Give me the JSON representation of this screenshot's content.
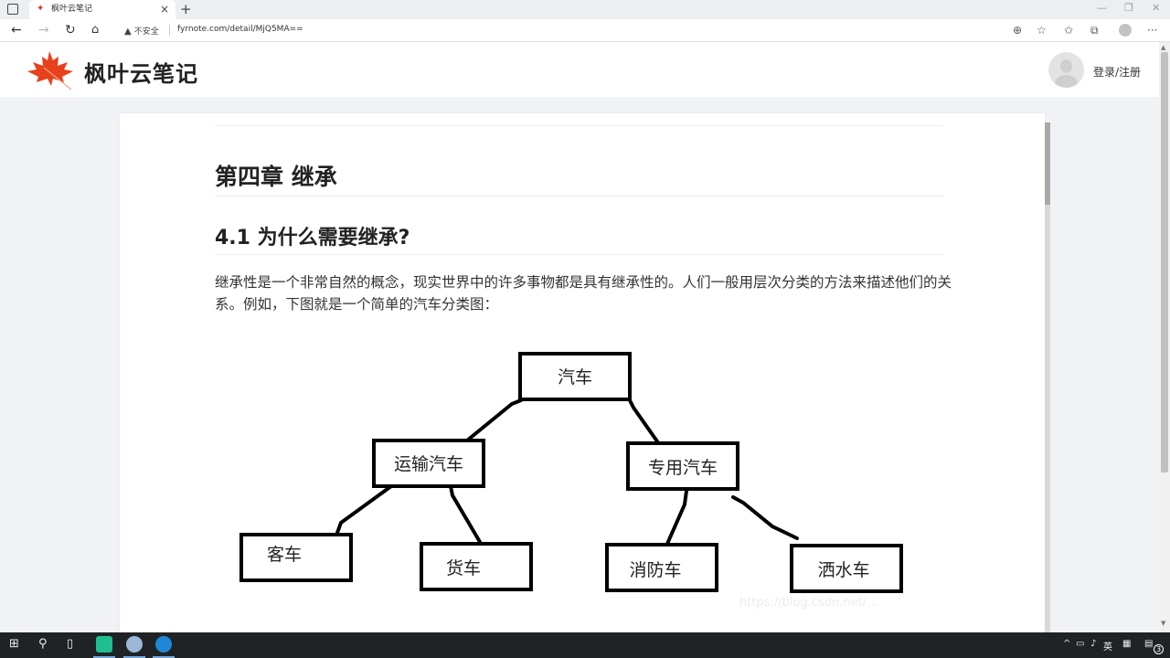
{
  "browser": {
    "tab": {
      "title": "枫叶云笔记",
      "close": "×"
    },
    "new_tab": "+",
    "address": {
      "security_label": "不安全",
      "url": "fyrnote.com/detail/MjQ5MA=="
    },
    "window_controls": {
      "minimize": "—",
      "restore": "❐",
      "close": "✕"
    }
  },
  "site": {
    "logo_text": "枫叶云笔记",
    "login_label": "登录/注册",
    "brand_color": "#e8401c"
  },
  "article": {
    "h1": "第四章 继承",
    "h2": "4.1 为什么需要继承?",
    "paragraph": "继承性是一个非常自然的概念，现实世界中的许多事物都是具有继承性的。人们一般用层次分类的方法来描述他们的关系。例如，下图就是一个简单的汽车分类图：",
    "diagram": {
      "root": "汽车",
      "level1": [
        "运输汽车",
        "专用汽车"
      ],
      "level2": [
        "客车",
        "货车",
        "消防车",
        "洒水车"
      ]
    },
    "watermark": "https://blog.csdn.net/..."
  },
  "taskbar": {
    "tray": {
      "language": "英",
      "notification_count": "3"
    }
  }
}
